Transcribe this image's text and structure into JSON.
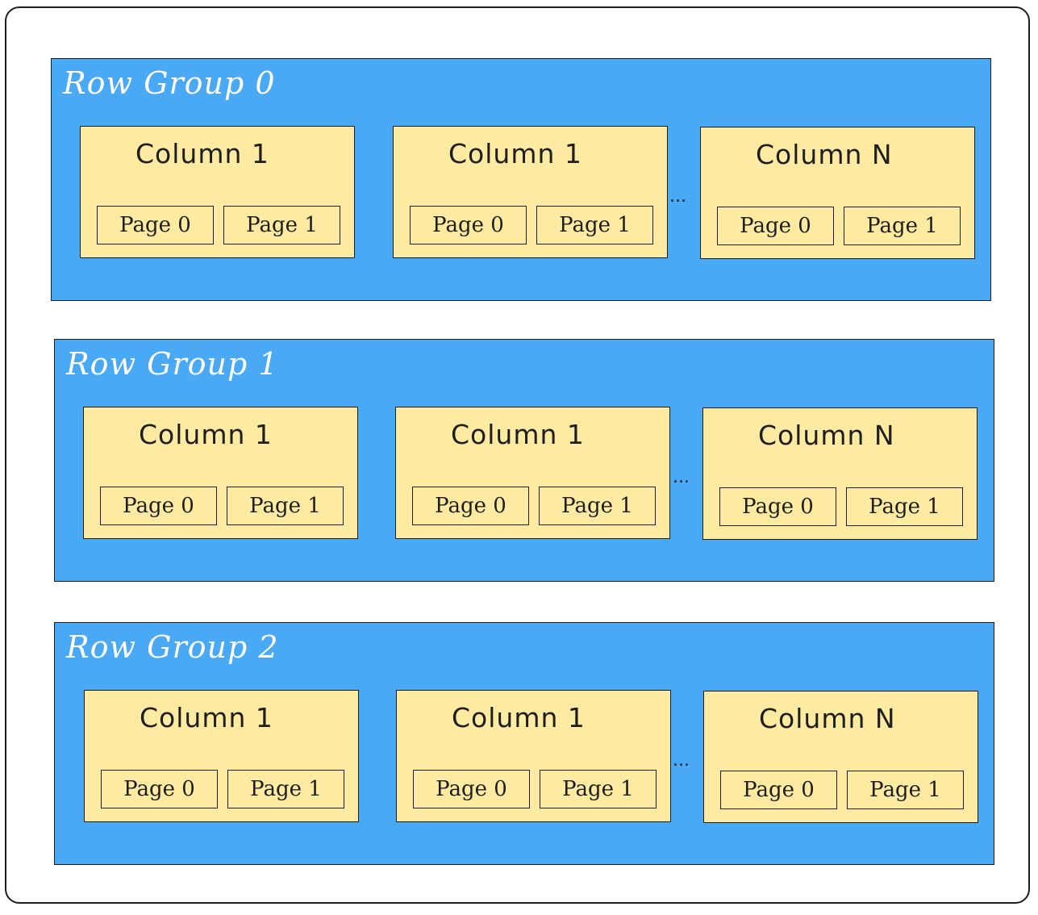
{
  "row_groups": [
    {
      "title": "Row Group 0",
      "columns": [
        {
          "title": "Column 1",
          "pages": [
            "Page 0",
            "Page 1"
          ]
        },
        {
          "title": "Column 1",
          "pages": [
            "Page 0",
            "Page 1"
          ]
        },
        {
          "title": "Column N",
          "pages": [
            "Page 0",
            "Page 1"
          ]
        }
      ],
      "ellipsis": "..."
    },
    {
      "title": "Row Group 1",
      "columns": [
        {
          "title": "Column 1",
          "pages": [
            "Page 0",
            "Page 1"
          ]
        },
        {
          "title": "Column 1",
          "pages": [
            "Page 0",
            "Page 1"
          ]
        },
        {
          "title": "Column N",
          "pages": [
            "Page 0",
            "Page 1"
          ]
        }
      ],
      "ellipsis": "..."
    },
    {
      "title": "Row Group 2",
      "columns": [
        {
          "title": "Column 1",
          "pages": [
            "Page 0",
            "Page 1"
          ]
        },
        {
          "title": "Column 1",
          "pages": [
            "Page 0",
            "Page 1"
          ]
        },
        {
          "title": "Column N",
          "pages": [
            "Page 0",
            "Page 1"
          ]
        }
      ],
      "ellipsis": "..."
    }
  ],
  "colors": {
    "row_group_fill": "#4aa9f5",
    "column_fill": "#feeaa0",
    "stroke": "#1e1e1e",
    "row_group_title": "#ffffff"
  }
}
